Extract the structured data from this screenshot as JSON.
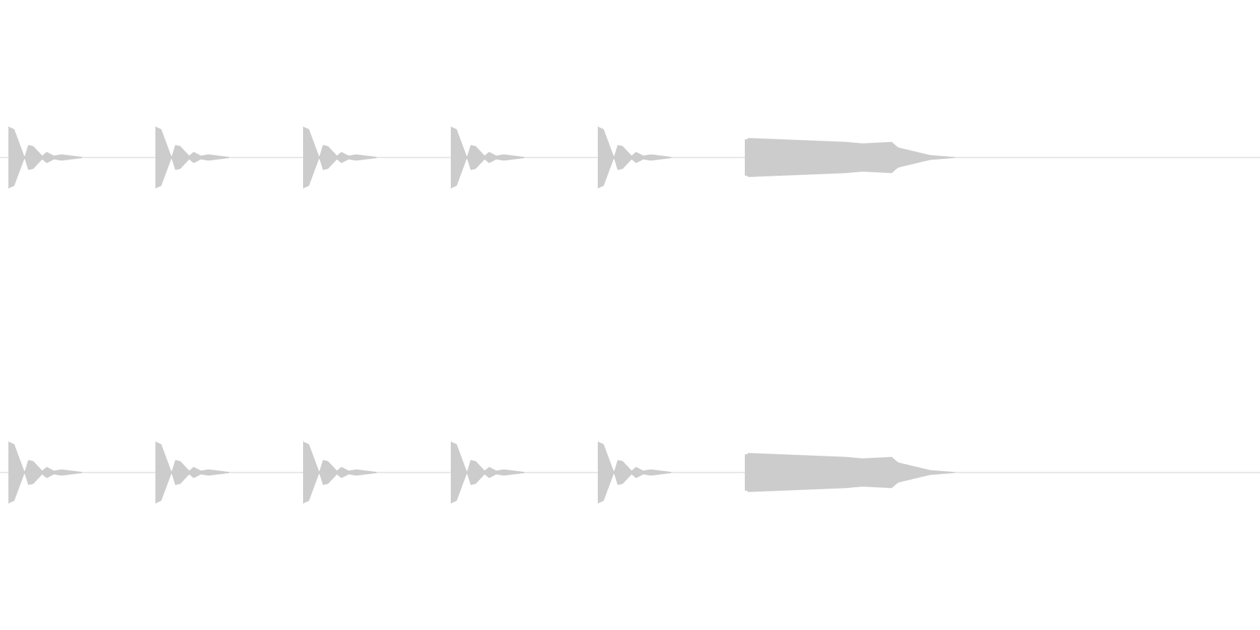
{
  "waveform": {
    "channel_count": 2,
    "colors": {
      "background": "#ffffff",
      "waveform": "#cccccc",
      "baseline": "#d0d0d0"
    },
    "channels": [
      {
        "clips": [
          {
            "kind": "pluck",
            "amplitude": 0.9
          },
          {
            "kind": "pluck",
            "amplitude": 0.9
          },
          {
            "kind": "pluck",
            "amplitude": 0.9
          },
          {
            "kind": "pluck",
            "amplitude": 0.9
          },
          {
            "kind": "pluck",
            "amplitude": 0.9
          },
          {
            "kind": "sustain",
            "amplitude": 0.72
          }
        ]
      },
      {
        "clips": [
          {
            "kind": "pluck",
            "amplitude": 0.9
          },
          {
            "kind": "pluck",
            "amplitude": 0.9
          },
          {
            "kind": "pluck",
            "amplitude": 0.9
          },
          {
            "kind": "pluck",
            "amplitude": 0.9
          },
          {
            "kind": "pluck",
            "amplitude": 0.9
          },
          {
            "kind": "sustain",
            "amplitude": 0.72
          }
        ]
      }
    ]
  }
}
